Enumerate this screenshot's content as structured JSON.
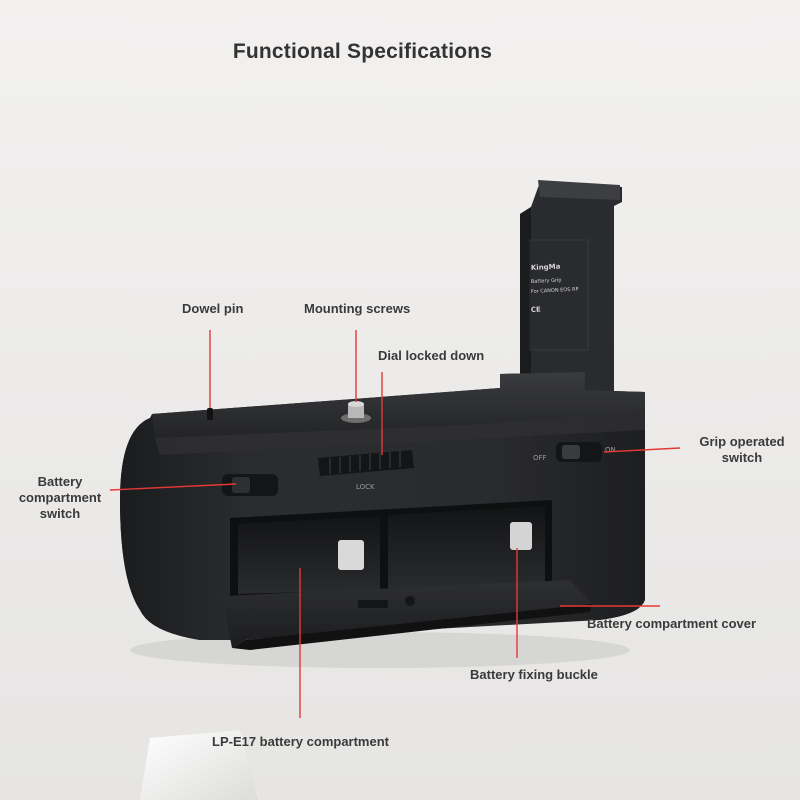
{
  "page": {
    "title": "Functional Specifications"
  },
  "product": {
    "brand_text": "KingMa",
    "grip_text": "Battery Grip",
    "model_text": "For CANON EOS RP",
    "cert_text": "CE",
    "dial_label": "LOCK",
    "switch_on": "ON",
    "switch_off": "OFF"
  },
  "callouts": {
    "dowel_pin": "Dowel pin",
    "mounting_screws": "Mounting screws",
    "dial_locked_down": "Dial locked down",
    "grip_operated_switch_line1": "Grip operated",
    "grip_operated_switch_line2": "switch",
    "battery_compartment_switch_line1": "Battery",
    "battery_compartment_switch_line2": "compartment",
    "battery_compartment_switch_line3": "switch",
    "battery_compartment_cover": "Battery compartment cover",
    "battery_fixing_buckle": "Battery fixing buckle",
    "lp_e17_battery_compartment": "LP-E17 battery compartment"
  },
  "colors": {
    "accent_red": "#e53935",
    "grip_body": "#242527",
    "label_text": "#3a3a3a"
  }
}
